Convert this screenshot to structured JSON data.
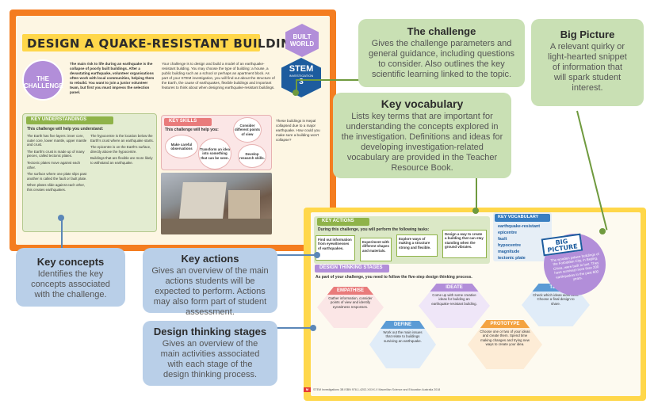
{
  "left_page": {
    "title": "DESIGN A QUAKE-RESISTANT BUILDING",
    "hex_world": "BUILT WORLD",
    "stem": {
      "word": "STEM",
      "sub": "INVESTIGATION",
      "num": "3"
    },
    "challenge_badge": "THE CHALLENGE",
    "intro_bold": "The main risk to life during an earthquake is the collapse of poorly built buildings. After a devastating earthquake, volunteer organisations often work with local communities, helping them to rebuild. You want to join a junior volunteer team, but first you must impress the selection panel.",
    "intro_body": "Your challenge is to design and build a model of an earthquake-resistant building. You may choose the type of building: a house, a public building such as a school or perhaps an apartment block. As part of your STEM investigation, you will find out about the structure of the Earth, the cause of earthquakes, flexible buildings and important features to think about when designing earthquake-resistant buildings.",
    "key_understandings": {
      "heading": "KEY UNDERSTANDINGS",
      "sub": "This challenge will help you understand:",
      "col1": [
        "The Earth has five layers: inner core, outer core, lower mantle, upper mantle and crust.",
        "The Earth's crust is made up of many pieces, called tectonic plates.",
        "Tectonic plates move against each other.",
        "The surface where one plate slips past another is called the fault or fault plate.",
        "When plates slide against each other, this creates earthquakes."
      ],
      "col2": [
        "The hypocentre is the location below the Earth's crust where an earthquake starts.",
        "The epicentre is on the Earth's surface, directly above the hypocentre.",
        "Buildings that are flexible are more likely to withstand an earthquake."
      ]
    },
    "key_skills": {
      "heading": "KEY SKILLS",
      "sub": "This challenge will help you:",
      "bubbles": [
        "Make careful observations",
        "Transform an idea into something that can be seen.",
        "Consider different points of view",
        "Develop research skills."
      ]
    },
    "nepal_text": "These buildings in Nepal collapsed due to a major earthquake. How could you make sure a building won't collapse?"
  },
  "right_page": {
    "key_actions": {
      "heading": "KEY ACTIONS",
      "sub": "During this challenge, you will perform the following tasks:",
      "cards": [
        "Find out information from eyewitnesses of earthquakes.",
        "Experiment with different shapes and materials.",
        "Explore ways of making a structure strong and flexible.",
        "Design a way to create a building that can stay standing when the ground vibrates."
      ]
    },
    "key_vocabulary": {
      "heading": "KEY VOCABULARY",
      "items": [
        "earthquake-resistant",
        "epicentre",
        "fault",
        "hypocentre",
        "magnitude",
        "tectonic plate"
      ]
    },
    "design_thinking": {
      "heading": "DESIGN THINKING STAGES",
      "sub": "As part of your challenge, you need to follow the five-step design thinking process.",
      "stages": [
        {
          "title": "EMPATHISE",
          "text": "Gather information, consider points of view and identify eyewitness responses.",
          "color": "#e97b7b"
        },
        {
          "title": "DEFINE",
          "text": "Work out the main issues that relate to buildings surviving an earthquake.",
          "color": "#5b9bd5"
        },
        {
          "title": "IDEATE",
          "text": "Come up with some creative ideas for building an earthquake-resistant building.",
          "color": "#b28ed9"
        },
        {
          "title": "PROTOTYPE",
          "text": "Choose one or two of your ideas and create them. Spend time making changes and trying new ways to create your idea.",
          "color": "#f4a340"
        },
        {
          "title": "TEST",
          "text": "Check which ideas work best. Choose a final design to share.",
          "color": "#5b9bd5"
        }
      ]
    },
    "big_picture": {
      "label": "BIG PICTURE",
      "text": "The wooden palace buildings of the Forbidden City, in Beijing, China, were built to last. They have survived more than 200 earthquakes in the past 600 years."
    },
    "footer": "STEM Investigations 3B  ISBN 978-1-4202-XXXX-X  Macmillan Science and Education Australia 2018",
    "footer_logo": "M"
  },
  "callouts": {
    "challenge": {
      "title": "The challenge",
      "body": "Gives the challenge parameters and general guidance, including questions to consider. Also outlines the key scientific learning linked to the topic."
    },
    "big_picture": {
      "title": "Big Picture",
      "body": "A relevant quirky or light-hearted snippet of information that will spark student interest."
    },
    "key_vocabulary": {
      "title": "Key vocabulary",
      "body": "Lists key terms that are important for understanding the concepts explored in the investigation. Definitions and ideas for developing investigation-related vocabulary are provided in the Teacher Resource Book."
    },
    "key_concepts": {
      "title": "Key concepts",
      "body": "Identifies the key concepts associated with the challenge."
    },
    "key_actions": {
      "title": "Key actions",
      "body": "Gives an overview of the main actions students will be expected to perform. Actions may also form part of student assessment."
    },
    "design_thinking": {
      "title": "Design thinking stages",
      "body": "Gives an overview of the main activities associated with each stage of the design thinking process."
    }
  }
}
